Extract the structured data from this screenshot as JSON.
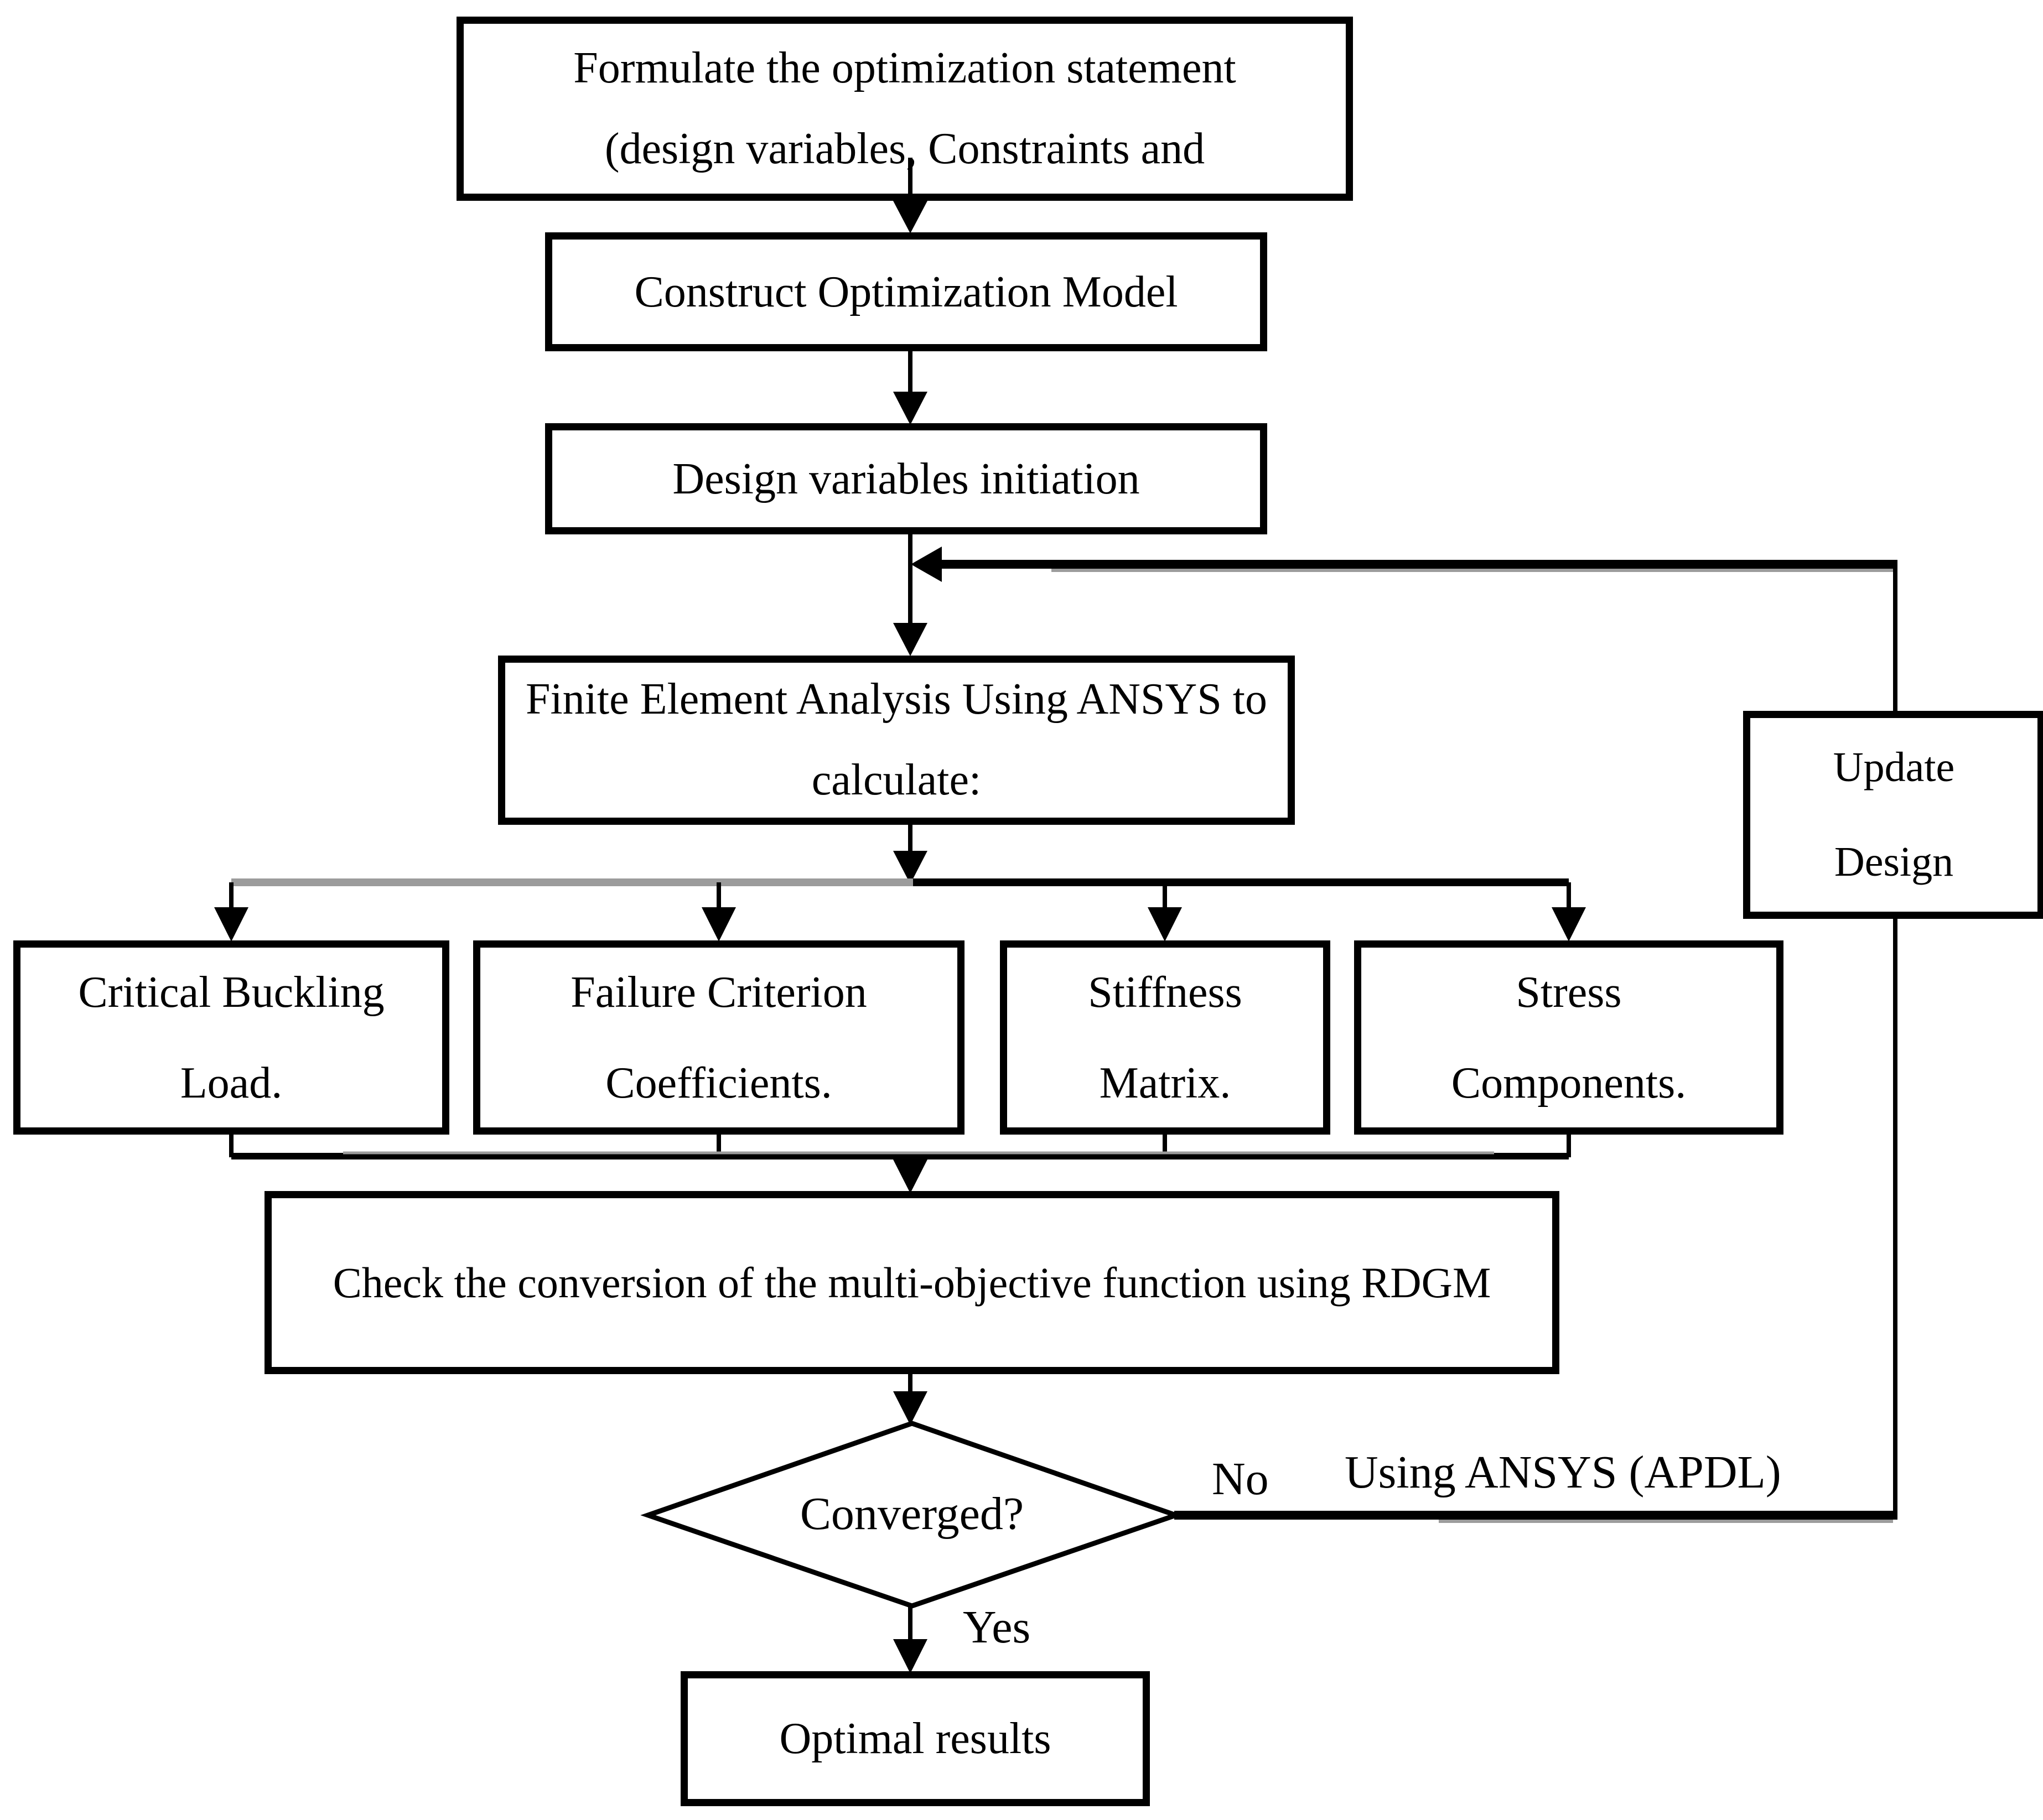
{
  "nodes": {
    "formulate": {
      "line1": "Formulate the optimization statement",
      "line2": "(design variables, Constraints and"
    },
    "construct": {
      "label": "Construct Optimization Model"
    },
    "init": {
      "label": "Design variables initiation"
    },
    "fea": {
      "line1": "Finite Element Analysis Using ANSYS to",
      "line2": "calculate:"
    },
    "critical": {
      "line1": "Critical Buckling",
      "line2": "Load."
    },
    "failure": {
      "line1": "Failure Criterion",
      "line2": "Coefficients."
    },
    "stiffness": {
      "line1": "Stiffness",
      "line2": "Matrix."
    },
    "stress": {
      "line1": "Stress",
      "line2": "Components."
    },
    "check": {
      "label": "Check the conversion of the multi-objective function using RDGM"
    },
    "converged": {
      "label": "Converged?"
    },
    "update": {
      "line1": "Update",
      "line2": "Design"
    },
    "optimal": {
      "label": "Optimal results"
    }
  },
  "edge_labels": {
    "no": "No",
    "yes": "Yes",
    "no_method": "Using ANSYS (APDL)"
  },
  "colors": {
    "line": "#000000",
    "scan_shadow": "#9c9c9c",
    "box_fill": "#ffffff",
    "background": "#ffffff",
    "text": "#000000"
  }
}
